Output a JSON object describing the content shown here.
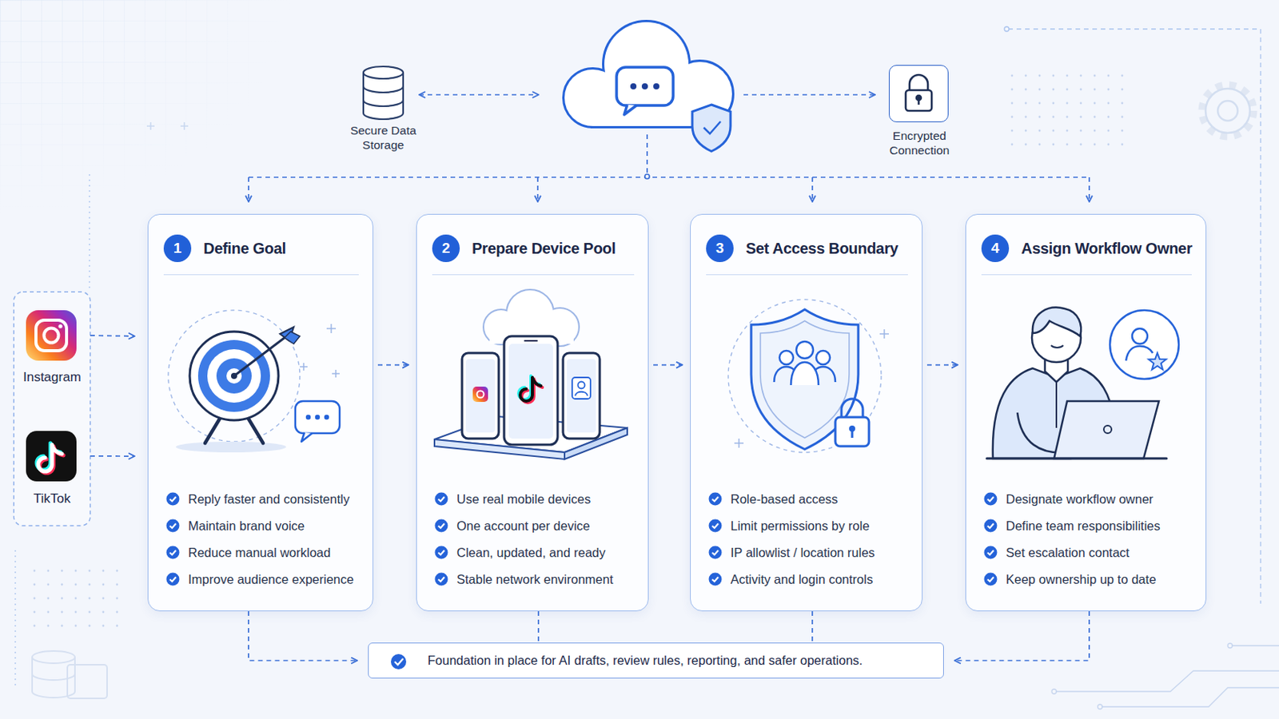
{
  "diagram": {
    "nodes": [
      {
        "text": [
          "Secure Data Storage"
        ]
      },
      {
        "text": [
          "Encrypted Connection"
        ]
      },
      {
        "text": [
          "Instagram"
        ]
      },
      {
        "text": [
          "TikTok"
        ]
      },
      {
        "text": [
          "Define Goal",
          "Reply faster and consistently",
          "Maintain brand voice",
          "Reduce manual workload",
          "Improve audience experience"
        ]
      },
      {
        "text": [
          "1"
        ],
        "in": 4
      },
      {
        "text": [
          "Prepare Device Pool",
          "Use real mobile devices",
          "One account per device",
          "Clean, updated, and ready",
          "Stable network environment"
        ]
      },
      {
        "text": [
          "2"
        ],
        "in": 6
      },
      {
        "text": [
          "Set Access Boundary",
          "Role-based access",
          "Limit permissions by role",
          "IP allowlist / location rules",
          "Activity and login controls"
        ]
      },
      {
        "text": [
          "3"
        ],
        "in": 8
      },
      {
        "text": [
          "Assign Workflow Owner",
          "Designate workflow owner",
          "Define team responsibilities",
          "Set escalation contact",
          "Keep ownership up to date"
        ]
      },
      {
        "text": [
          "4"
        ],
        "in": 10
      },
      {
        "text": [
          "Foundation in place for AI drafts, review rules, reporting, and safer operations."
        ]
      }
    ],
    "edges": [
      {
        "from": 2,
        "to": 4,
        "arrow": "to"
      },
      {
        "from": 3,
        "to": 4,
        "arrow": "to"
      },
      {
        "from": 4,
        "to": 6,
        "arrow": "to"
      },
      {
        "from": 6,
        "to": 8,
        "arrow": "to"
      },
      {
        "from": 8,
        "to": 10,
        "arrow": "to"
      },
      {
        "from": 4,
        "to": 12,
        "arrow": "to"
      },
      {
        "from": 6,
        "to": 12,
        "arrow": "none"
      },
      {
        "from": 8,
        "to": 12,
        "arrow": "none"
      },
      {
        "from": 10,
        "to": 12,
        "arrow": "to"
      }
    ]
  }
}
